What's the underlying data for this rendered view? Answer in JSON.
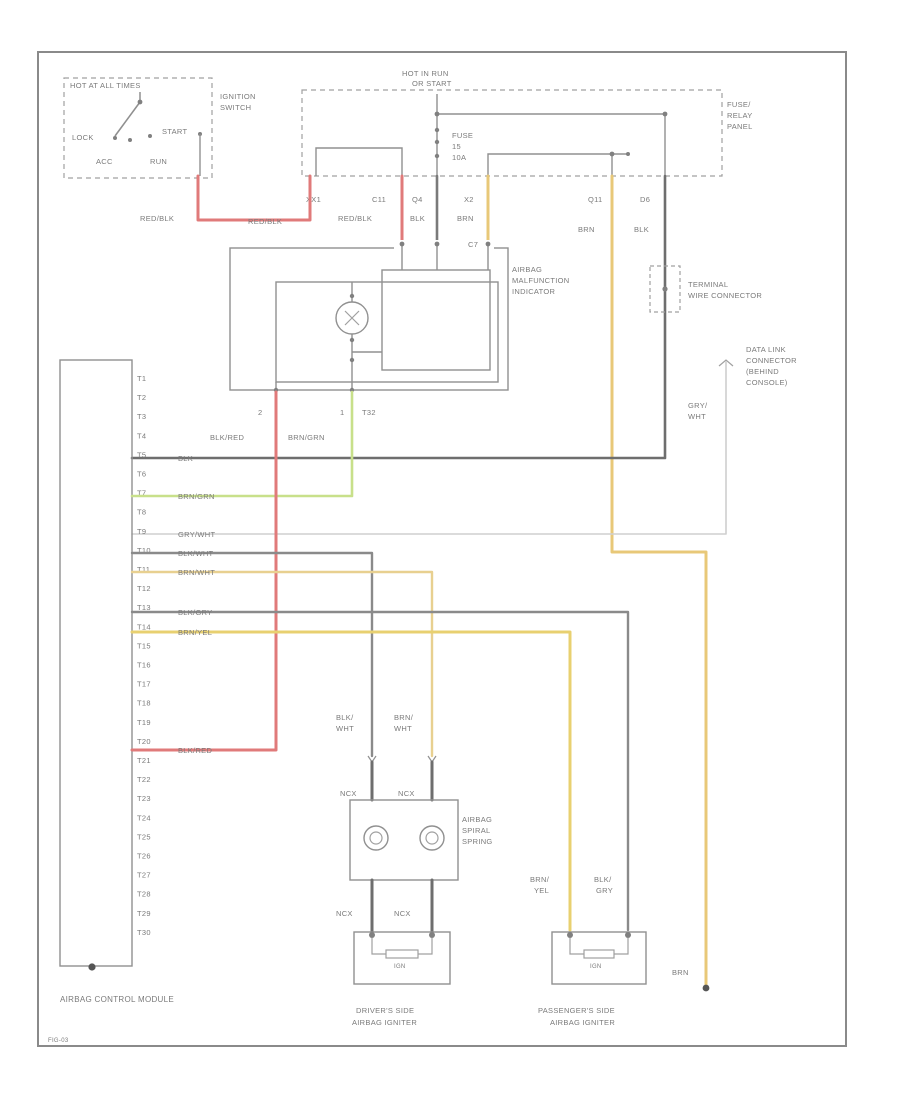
{
  "diagram": {
    "title": "Airbag wiring diagram",
    "hot_labels": {
      "hot_at_all_times": "HOT AT ALL TIMES",
      "hot_in_run": "HOT IN RUN",
      "hot_in_start": "OR START"
    },
    "ignition": {
      "label_line1": "IGNITION",
      "label_line2": "SWITCH",
      "pos_lock": "LOCK",
      "pos_start": "START",
      "pos_acc": "ACC",
      "pos_run": "RUN"
    },
    "fuse_panel": {
      "label_line1": "FUSE/",
      "label_line2": "RELAY",
      "label_line3": "PANEL",
      "fuse_line1": "FUSE",
      "fuse_line2": "15",
      "fuse_line3": "10A"
    },
    "terminals": {
      "t1": "XX1",
      "t2": "C11",
      "t3": "Q4",
      "t4": "X2",
      "t5": "Q11",
      "t6": "D6"
    },
    "wire_colors_top": {
      "w1": "RED/BLK",
      "w2": "RED/BLK",
      "w3": "RED/BLK",
      "w4": "BLK",
      "w5": "BRN",
      "w6": "BRN",
      "w7": "BLK"
    },
    "indicator": {
      "label_line1": "AIRBAG",
      "label_line2": "MALFUNCTION",
      "label_line3": "INDICATOR",
      "connector": "C7",
      "pin1": "2",
      "pin2": "1",
      "pin3": "T32",
      "wire_left": "BLK/RED",
      "wire_right": "BRN/GRN"
    },
    "terminal_connector": {
      "label_line1": "TERMINAL",
      "label_line2": "WIRE CONNECTOR"
    },
    "dlc": {
      "label_line1": "DATA LINK",
      "label_line2": "CONNECTOR",
      "label_line3": "(BEHIND",
      "label_line4": "CONSOLE)",
      "wire_line1": "GRY/",
      "wire_line2": "WHT"
    },
    "module": {
      "label": "AIRBAG CONTROL MODULE",
      "pins": [
        "T1",
        "T2",
        "T3",
        "T4",
        "T5",
        "T6",
        "T7",
        "T8",
        "T9",
        "T10",
        "T11",
        "T12",
        "T13",
        "T14",
        "T15",
        "T16",
        "T17",
        "T18",
        "T19",
        "T20",
        "T21",
        "T22",
        "T23",
        "T24",
        "T25",
        "T26",
        "T27",
        "T28",
        "T29",
        "T30"
      ]
    },
    "module_wires": {
      "p5": "BLK",
      "p7": "BRN/GRN",
      "p9": "GRY/WHT",
      "p10": "BLK/WHT",
      "p11": "BRN/WHT",
      "p13": "BLK/GRY",
      "p14": "BRN/YEL",
      "p20": "BLK/RED"
    },
    "spring": {
      "label_line1": "AIRBAG",
      "label_line2": "SPIRAL",
      "label_line3": "SPRING",
      "wire1_line1": "BLK/",
      "wire1_line2": "WHT",
      "wire2_line1": "BRN/",
      "wire2_line2": "WHT",
      "conn1": "NCX",
      "conn2": "NCX",
      "conn3": "NCX",
      "conn4": "NCX"
    },
    "passenger_wires": {
      "w1_line1": "BRN/",
      "w1_line2": "YEL",
      "w2_line1": "BLK/",
      "w2_line2": "GRY"
    },
    "igniters": {
      "driver_line1": "DRIVER'S SIDE",
      "driver_line2": "AIRBAG IGNITER",
      "passenger_line1": "PASSENGER'S SIDE",
      "passenger_line2": "AIRBAG IGNITER",
      "element": "IGN"
    },
    "ground": {
      "wire": "BRN"
    },
    "figure_code": "FIG-03"
  }
}
